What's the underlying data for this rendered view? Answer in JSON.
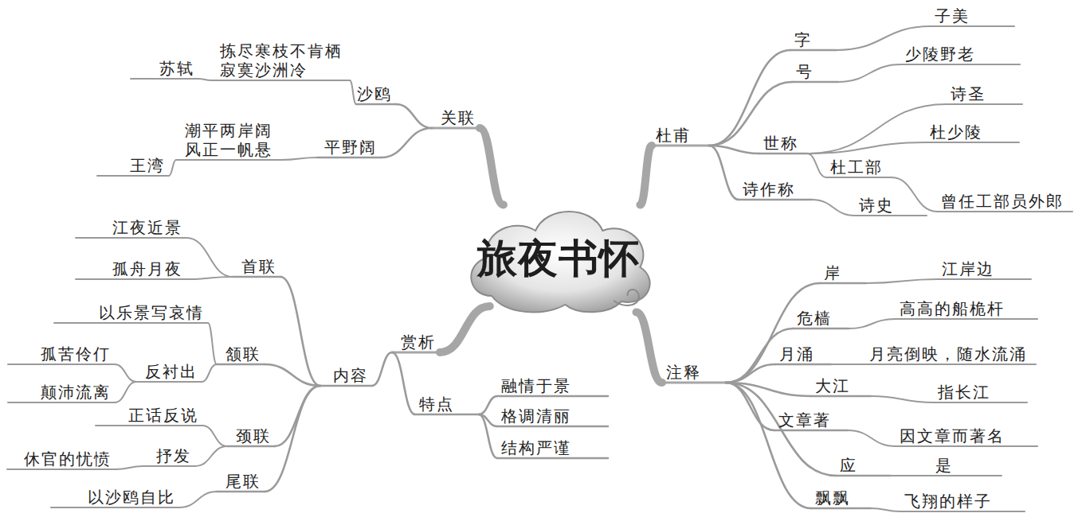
{
  "diagram": {
    "nodes": [
      {
        "text": [
          "旅夜书怀"
        ]
      },
      {
        "text": [
          "杜甫"
        ]
      },
      {
        "text": [
          "字"
        ]
      },
      {
        "text": [
          "子美"
        ]
      },
      {
        "text": [
          "号"
        ]
      },
      {
        "text": [
          "少陵野老"
        ]
      },
      {
        "text": [
          "世称"
        ]
      },
      {
        "text": [
          "诗圣"
        ]
      },
      {
        "text": [
          "杜少陵"
        ]
      },
      {
        "text": [
          "杜工部"
        ]
      },
      {
        "text": [
          "曾任工部员外郎"
        ]
      },
      {
        "text": [
          "诗作称"
        ]
      },
      {
        "text": [
          "诗史"
        ]
      },
      {
        "text": [
          "注释"
        ]
      },
      {
        "text": [
          "岸"
        ]
      },
      {
        "text": [
          "江岸边"
        ]
      },
      {
        "text": [
          "危樯"
        ]
      },
      {
        "text": [
          "高高的船桅杆"
        ]
      },
      {
        "text": [
          "月涌"
        ]
      },
      {
        "text": [
          "月亮倒映，随水流涌"
        ]
      },
      {
        "text": [
          "大江"
        ]
      },
      {
        "text": [
          "指长江"
        ]
      },
      {
        "text": [
          "文章著"
        ]
      },
      {
        "text": [
          "因文章而著名"
        ]
      },
      {
        "text": [
          "应"
        ]
      },
      {
        "text": [
          "是"
        ]
      },
      {
        "text": [
          "飘飘"
        ]
      },
      {
        "text": [
          "飞翔的样子"
        ]
      },
      {
        "text": [
          "赏析"
        ]
      },
      {
        "text": [
          "内容"
        ]
      },
      {
        "text": [
          "首联"
        ]
      },
      {
        "text": [
          "江夜近景"
        ]
      },
      {
        "text": [
          "孤舟月夜"
        ]
      },
      {
        "text": [
          "颔联"
        ]
      },
      {
        "text": [
          "以乐景写哀情"
        ]
      },
      {
        "text": [
          "反衬出"
        ]
      },
      {
        "text": [
          "孤苦伶仃"
        ]
      },
      {
        "text": [
          "颠沛流离"
        ]
      },
      {
        "text": [
          "颈联"
        ]
      },
      {
        "text": [
          "正话反说"
        ]
      },
      {
        "text": [
          "抒发"
        ]
      },
      {
        "text": [
          "休官的忧愤"
        ]
      },
      {
        "text": [
          "尾联"
        ]
      },
      {
        "text": [
          "以沙鸥自比"
        ]
      },
      {
        "text": [
          "特点"
        ]
      },
      {
        "text": [
          "融情于景"
        ]
      },
      {
        "text": [
          "格调清丽"
        ]
      },
      {
        "text": [
          "结构严谨"
        ]
      },
      {
        "text": [
          "关联"
        ]
      },
      {
        "text": [
          "沙鸥"
        ]
      },
      {
        "text": [
          "拣尽寒枝不肯栖 寂寞沙洲冷"
        ]
      },
      {
        "text": [
          "苏轼"
        ]
      },
      {
        "text": [
          "平野阔"
        ]
      },
      {
        "text": [
          "潮平两岸阔 风正一帆悬"
        ]
      },
      {
        "text": [
          "王湾"
        ]
      }
    ],
    "edges": [
      {
        "from": 0,
        "to": 1,
        "arrow": "none"
      },
      {
        "from": 0,
        "to": 13,
        "arrow": "none"
      },
      {
        "from": 0,
        "to": 28,
        "arrow": "none"
      },
      {
        "from": 0,
        "to": 48,
        "arrow": "none"
      },
      {
        "from": 1,
        "to": 2,
        "arrow": "none"
      },
      {
        "from": 2,
        "to": 3,
        "arrow": "none"
      },
      {
        "from": 1,
        "to": 4,
        "arrow": "none"
      },
      {
        "from": 4,
        "to": 5,
        "arrow": "none"
      },
      {
        "from": 1,
        "to": 6,
        "arrow": "none"
      },
      {
        "from": 6,
        "to": 7,
        "arrow": "none"
      },
      {
        "from": 6,
        "to": 8,
        "arrow": "none"
      },
      {
        "from": 6,
        "to": 9,
        "arrow": "none"
      },
      {
        "from": 9,
        "to": 10,
        "arrow": "none"
      },
      {
        "from": 1,
        "to": 11,
        "arrow": "none"
      },
      {
        "from": 11,
        "to": 12,
        "arrow": "none"
      },
      {
        "from": 13,
        "to": 14,
        "arrow": "none"
      },
      {
        "from": 14,
        "to": 15,
        "arrow": "none"
      },
      {
        "from": 13,
        "to": 16,
        "arrow": "none"
      },
      {
        "from": 16,
        "to": 17,
        "arrow": "none"
      },
      {
        "from": 13,
        "to": 18,
        "arrow": "none"
      },
      {
        "from": 18,
        "to": 19,
        "arrow": "none"
      },
      {
        "from": 13,
        "to": 20,
        "arrow": "none"
      },
      {
        "from": 20,
        "to": 21,
        "arrow": "none"
      },
      {
        "from": 13,
        "to": 22,
        "arrow": "none"
      },
      {
        "from": 22,
        "to": 23,
        "arrow": "none"
      },
      {
        "from": 13,
        "to": 24,
        "arrow": "none"
      },
      {
        "from": 24,
        "to": 25,
        "arrow": "none"
      },
      {
        "from": 13,
        "to": 26,
        "arrow": "none"
      },
      {
        "from": 26,
        "to": 27,
        "arrow": "none"
      },
      {
        "from": 28,
        "to": 29,
        "arrow": "none"
      },
      {
        "from": 29,
        "to": 30,
        "arrow": "none"
      },
      {
        "from": 30,
        "to": 31,
        "arrow": "none"
      },
      {
        "from": 30,
        "to": 32,
        "arrow": "none"
      },
      {
        "from": 29,
        "to": 33,
        "arrow": "none"
      },
      {
        "from": 33,
        "to": 34,
        "arrow": "none"
      },
      {
        "from": 33,
        "to": 35,
        "arrow": "none"
      },
      {
        "from": 35,
        "to": 36,
        "arrow": "none"
      },
      {
        "from": 35,
        "to": 37,
        "arrow": "none"
      },
      {
        "from": 29,
        "to": 38,
        "arrow": "none"
      },
      {
        "from": 38,
        "to": 39,
        "arrow": "none"
      },
      {
        "from": 38,
        "to": 40,
        "arrow": "none"
      },
      {
        "from": 40,
        "to": 41,
        "arrow": "none"
      },
      {
        "from": 29,
        "to": 42,
        "arrow": "none"
      },
      {
        "from": 42,
        "to": 43,
        "arrow": "none"
      },
      {
        "from": 28,
        "to": 44,
        "arrow": "none"
      },
      {
        "from": 44,
        "to": 45,
        "arrow": "none"
      },
      {
        "from": 44,
        "to": 46,
        "arrow": "none"
      },
      {
        "from": 44,
        "to": 47,
        "arrow": "none"
      },
      {
        "from": 48,
        "to": 49,
        "arrow": "none"
      },
      {
        "from": 49,
        "to": 50,
        "arrow": "none"
      },
      {
        "from": 50,
        "to": 51,
        "arrow": "none"
      },
      {
        "from": 48,
        "to": 52,
        "arrow": "none"
      },
      {
        "from": 52,
        "to": 53,
        "arrow": "none"
      },
      {
        "from": 53,
        "to": 54,
        "arrow": "none"
      }
    ]
  }
}
